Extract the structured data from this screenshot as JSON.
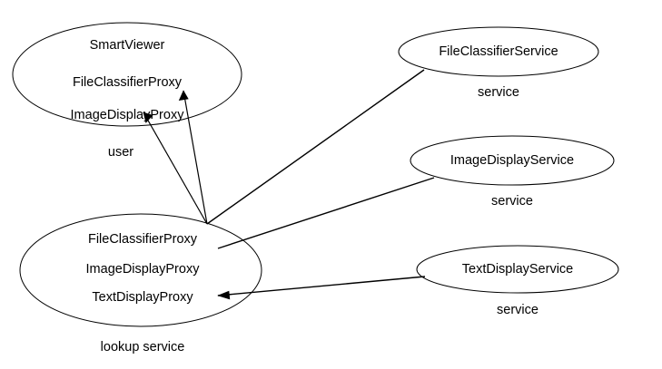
{
  "diagram": {
    "title": "Jini lookup service proxy diagram",
    "background_color": "#ffffff",
    "line_color": "#000000",
    "text_color": "#000000",
    "nodes": [
      {
        "id": "user-node",
        "kind": "ellipse",
        "caption": "user",
        "lines": [
          "SmartViewer",
          "FileClassifierProxy",
          "ImageDisplayProxy"
        ]
      },
      {
        "id": "lookup-service-node",
        "kind": "ellipse",
        "caption": "lookup service",
        "lines": [
          "FileClassifierProxy",
          "ImageDisplayProxy",
          "TextDisplayProxy"
        ]
      },
      {
        "id": "file-classifier-service-node",
        "kind": "ellipse",
        "caption": "service",
        "lines": [
          "FileClassifierService"
        ]
      },
      {
        "id": "image-display-service-node",
        "kind": "ellipse",
        "caption": "service",
        "lines": [
          "ImageDisplayService"
        ]
      },
      {
        "id": "text-display-service-node",
        "kind": "ellipse",
        "caption": "service",
        "lines": [
          "TextDisplayService"
        ]
      }
    ],
    "edges": [
      {
        "id": "edge-lookup-to-user-file-classifier",
        "from": "lookup-service-node",
        "to": "user-node",
        "arrow": "to",
        "label": ""
      },
      {
        "id": "edge-lookup-to-user-image-display",
        "from": "lookup-service-node",
        "to": "user-node",
        "arrow": "to",
        "label": ""
      },
      {
        "id": "edge-file-classifier-service-to-lookup",
        "from": "file-classifier-service-node",
        "to": "lookup-service-node",
        "arrow": "none",
        "label": ""
      },
      {
        "id": "edge-image-display-service-to-lookup",
        "from": "image-display-service-node",
        "to": "lookup-service-node",
        "arrow": "none",
        "label": ""
      },
      {
        "id": "edge-text-display-service-to-lookup",
        "from": "text-display-service-node",
        "to": "lookup-service-node",
        "arrow": "to",
        "label": ""
      }
    ]
  }
}
